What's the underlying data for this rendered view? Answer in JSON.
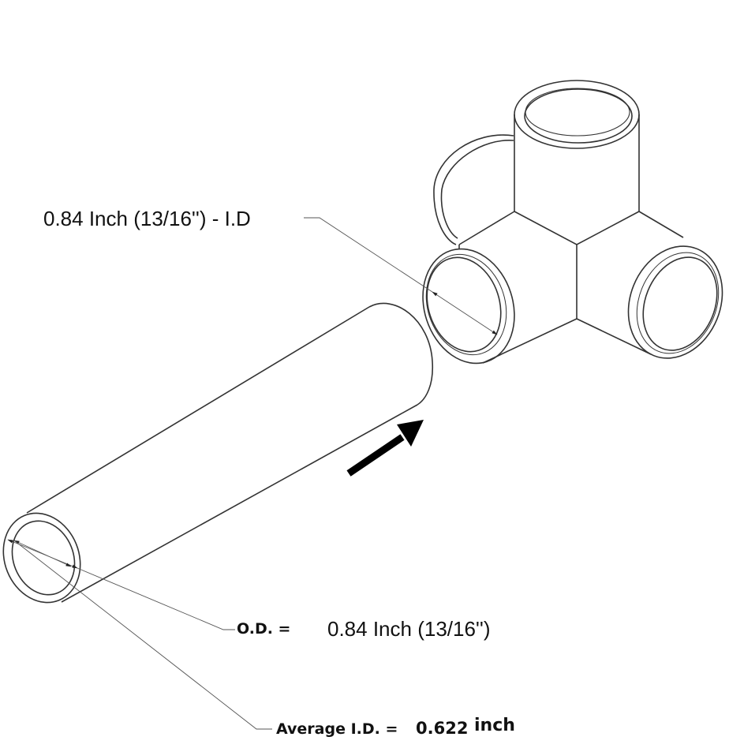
{
  "callouts": {
    "fitting_inner_diameter": "0.84 Inch (13/16'') - I.D",
    "outer_diameter_key": "O.D. =",
    "outer_diameter_value": "0.84 Inch (13/16'')",
    "average_inner_diameter_key": "Average I.D. =",
    "average_inner_diameter_value": "0.622",
    "average_inner_diameter_unit": "inch"
  },
  "colors": {
    "line": "#333333",
    "arrow": "#000000",
    "background": "#ffffff"
  },
  "icons": {
    "direction_arrow": "arrow-up-right-icon"
  }
}
